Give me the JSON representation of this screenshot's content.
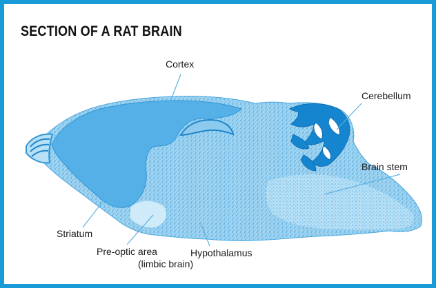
{
  "title": "SECTION OF A RAT BRAIN",
  "labels": {
    "cortex": "Cortex",
    "cerebellum": "Cerebellum",
    "brain_stem": "Brain stem",
    "striatum": "Striatum",
    "preoptic_area": "Pre-optic area",
    "limbic_brain": "(limbic brain)",
    "hypothalamus": "Hypothalamus"
  },
  "colors": {
    "frame": "#1a9ad6",
    "tissue_light": "#8ccbed",
    "tissue_mid": "#5fb4e6",
    "cortex_fill": "#55b0e8",
    "cerebellum": "#1685d0",
    "leader_line": "#5bb0e0"
  }
}
